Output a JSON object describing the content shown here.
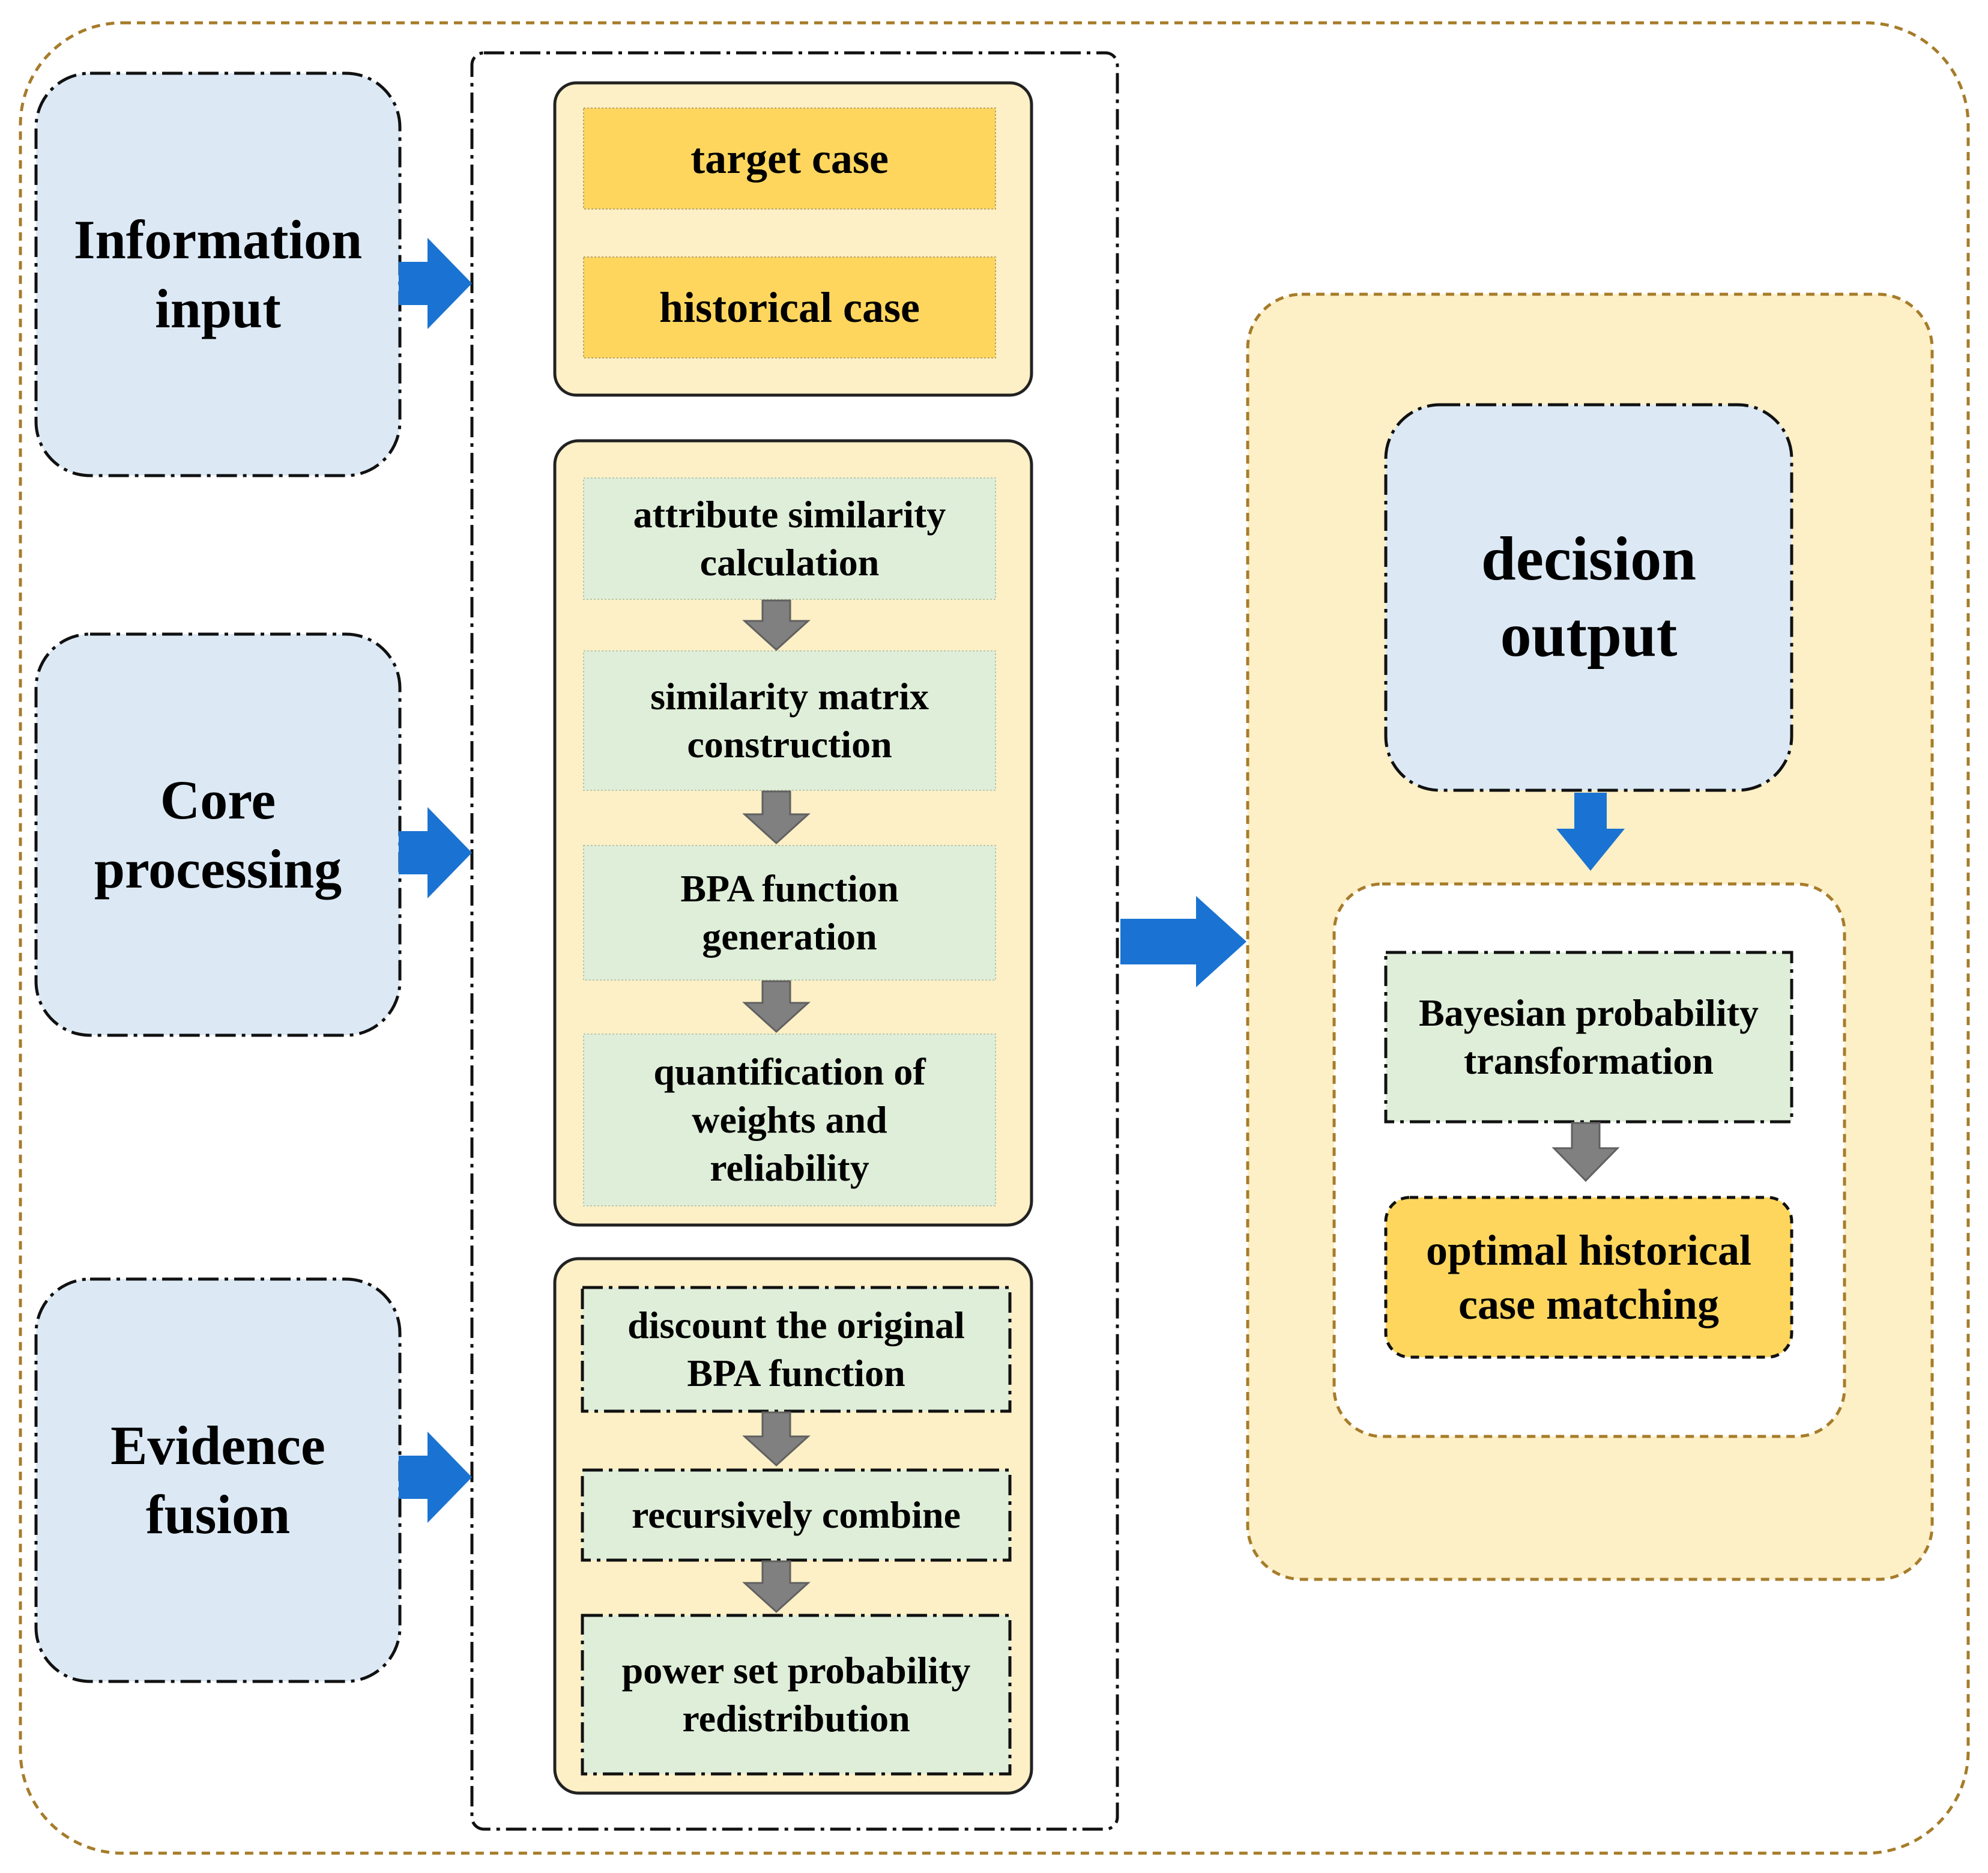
{
  "stages": {
    "information_input": "Information\ninput",
    "core_processing": "Core\nprocessing",
    "evidence_fusion": "Evidence\nfusion"
  },
  "input_group": {
    "target_case": "target case",
    "historical_case": "historical case"
  },
  "core_group": {
    "attribute_similarity": "attribute similarity\ncalculation",
    "similarity_matrix": "similarity matrix\nconstruction",
    "bpa_generation": "BPA function\ngeneration",
    "quantification": "quantification of\nweights and\nreliability"
  },
  "fusion_group": {
    "discount": "discount the original\nBPA function",
    "recursive_combine": "recursively combine",
    "power_set": "power set probability\nredistribution"
  },
  "output_group": {
    "decision_output": "decision\noutput",
    "bayesian": "Bayesian probability\ntransformation",
    "optimal_matching": "optimal historical\ncase matching"
  },
  "colors": {
    "blue_box": "#dce9f5",
    "cream_panel": "#fdefc6",
    "yellow_box": "#fed65e",
    "green_box": "#dfeed9",
    "blue_arrow": "#1a73d2",
    "gray_arrow": "#808080",
    "dashed_gold": "#a67c2a"
  }
}
